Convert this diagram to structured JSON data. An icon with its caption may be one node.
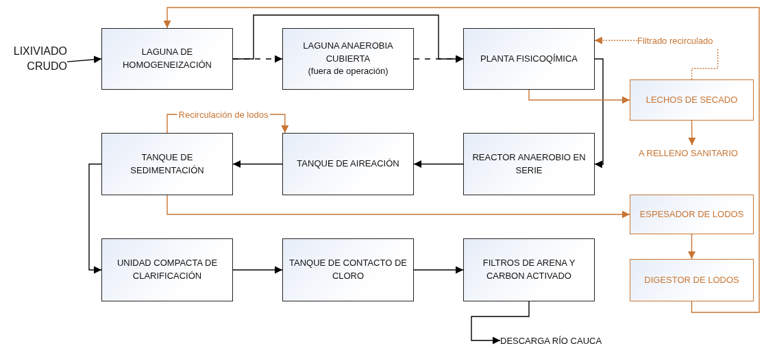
{
  "diagram": {
    "nodes": [
      {
        "text": [
          "LIXIVIADO CRUDO"
        ]
      },
      {
        "text": [
          "LAGUNA DE HOMOGENEIZACIÓN"
        ]
      },
      {
        "text": [
          "LAGUNA ANAEROBIA CUBIERTA",
          "(fuera de operación)"
        ]
      },
      {
        "text": [
          "PLANTA FISICOQÍMICA"
        ]
      },
      {
        "text": [
          "Filtrado recirculado"
        ]
      },
      {
        "text": [
          "LECHOS DE SECADO"
        ]
      },
      {
        "text": [
          "A RELLENO SANITARIO"
        ]
      },
      {
        "text": [
          "TANQUE DE SEDIMENTACIÓN"
        ]
      },
      {
        "text": [
          "TANQUE DE AIREACIÓN"
        ]
      },
      {
        "text": [
          "REACTOR ANAEROBIO EN SERIE"
        ]
      },
      {
        "text": [
          "ESPESADOR DE LODOS"
        ]
      },
      {
        "text": [
          "UNIDAD COMPACTA DE CLARIFICACIÓN"
        ]
      },
      {
        "text": [
          "TANQUE DE CONTACTO DE CLORO"
        ]
      },
      {
        "text": [
          "FILTROS DE ARENA Y CARBON ACTIVADO"
        ]
      },
      {
        "text": [
          "DIGESTOR DE LODOS"
        ]
      },
      {
        "text": [
          "DESCARGA RÍO CAUCA"
        ]
      }
    ],
    "edges": [
      {
        "from": 0,
        "to": 1,
        "arrow": "to"
      },
      {
        "from": 1,
        "to": 2,
        "arrow": "to",
        "style": "dashed"
      },
      {
        "from": 1,
        "to": 3,
        "arrow": "to"
      },
      {
        "from": 2,
        "to": 3,
        "arrow": "to",
        "style": "dashed"
      },
      {
        "from": 3,
        "to": 9,
        "arrow": "to"
      },
      {
        "from": 3,
        "to": 5,
        "arrow": "to",
        "color": "#c87533"
      },
      {
        "from": 4,
        "to": 3,
        "arrow": "to",
        "style": "dashed",
        "color": "#c87533"
      },
      {
        "from": 5,
        "to": 4,
        "arrow": "none",
        "style": "dashed",
        "color": "#c87533"
      },
      {
        "from": 5,
        "to": 6,
        "arrow": "to",
        "color": "#c87533"
      },
      {
        "from": 14,
        "to": 1,
        "arrow": "to",
        "color": "#c87533"
      },
      {
        "from": 7,
        "to": 8,
        "arrow": "to",
        "label": "Recirculación de lodos",
        "color": "#c87533"
      },
      {
        "from": 8,
        "to": 7,
        "arrow": "to"
      },
      {
        "from": 9,
        "to": 8,
        "arrow": "to"
      },
      {
        "from": 7,
        "to": 10,
        "arrow": "to",
        "color": "#c87533"
      },
      {
        "from": 10,
        "to": 14,
        "arrow": "to",
        "color": "#c87533"
      },
      {
        "from": 7,
        "to": 11,
        "arrow": "to"
      },
      {
        "from": 11,
        "to": 12,
        "arrow": "to"
      },
      {
        "from": 12,
        "to": 13,
        "arrow": "to"
      },
      {
        "from": 13,
        "to": 15,
        "arrow": "to"
      }
    ]
  }
}
